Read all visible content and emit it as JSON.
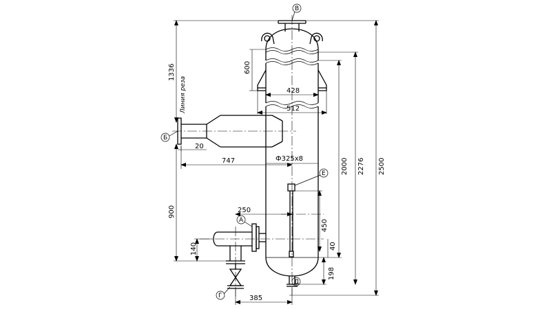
{
  "dimensions": {
    "d600": "600",
    "d428": "428",
    "d512": "512",
    "d1336": "1336",
    "d20": "20",
    "d747": "747",
    "d325": "Ф325х8",
    "d2000": "2000",
    "d2276": "2276",
    "d2500": "2500",
    "d250": "250",
    "d450": "450",
    "d40": "40",
    "d900": "900",
    "d140": "140",
    "d198": "198",
    "d385": "385"
  },
  "labels": {
    "cut_line": "Линия реза"
  },
  "markers": {
    "A": "А",
    "B": "Б",
    "V": "В",
    "G": "Г",
    "D": "Д",
    "E": "Е"
  }
}
